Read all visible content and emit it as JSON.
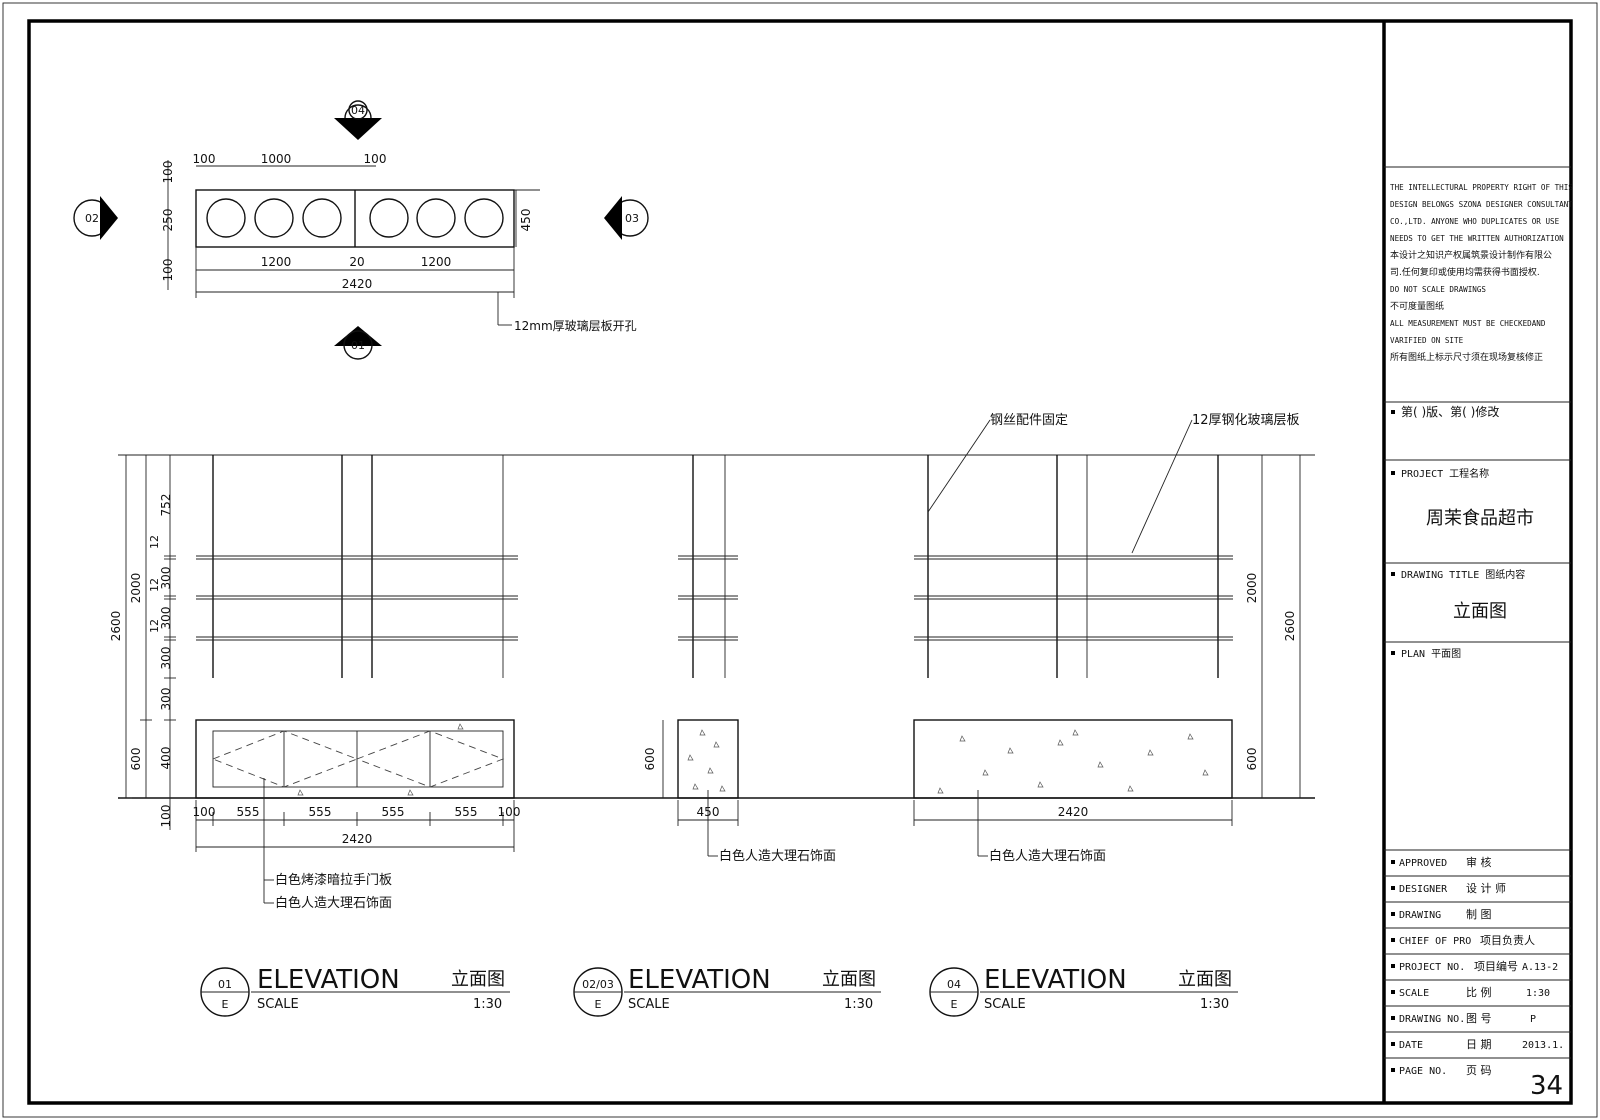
{
  "plan": {
    "top_dims": [
      "100",
      "1000",
      "100"
    ],
    "left_dims": [
      "100",
      "250",
      "100"
    ],
    "right_dim": "450",
    "bottom_dims": [
      "1200",
      "20",
      "1200"
    ],
    "total_dim": "2420",
    "note": "12mm厚玻璃层板开孔",
    "markers": {
      "top": "04",
      "left": "02",
      "right": "03",
      "bottom": "01"
    }
  },
  "elevation": {
    "left_dims": {
      "total": "2600",
      "upper": "2000",
      "base": "600",
      "base_inner": "400",
      "bottom": "100",
      "segments": [
        "752",
        "12",
        "300",
        "12",
        "300",
        "12",
        "300",
        "300"
      ]
    },
    "right_dims": {
      "upper": "2000",
      "total": "2600",
      "base": "600"
    },
    "mid_dim": "600",
    "a_bottom_dims": [
      "100",
      "555",
      "555",
      "555",
      "555",
      "100"
    ],
    "a_total": "2420",
    "b_dim": "450",
    "c_dim": "2420",
    "notes": {
      "steel_wire": "钢丝配件固定",
      "glass_shelf": "12厚钢化玻璃层板",
      "door_panel": "白色烤漆暗拉手门板",
      "marble_a": "白色人造大理石饰面",
      "marble_b": "白色人造大理石饰面",
      "marble_c": "白色人造大理石饰面"
    }
  },
  "titles": [
    {
      "num": "01",
      "sub": "E",
      "label": "ELEVATION",
      "cn": "立面图",
      "scale_label": "SCALE",
      "scale": "1:30"
    },
    {
      "num": "02/03",
      "sub": "E",
      "label": "ELEVATION",
      "cn": "立面图",
      "scale_label": "SCALE",
      "scale": "1:30"
    },
    {
      "num": "04",
      "sub": "E",
      "label": "ELEVATION",
      "cn": "立面图",
      "scale_label": "SCALE",
      "scale": "1:30"
    }
  ],
  "title_block": {
    "notice_lines": [
      "THE INTELLECTURAL PROPERTY RIGHT OF THIS",
      "DESIGN BELONGS SZONA DESIGNER CONSULTANT",
      "CO.,LTD. ANYONE WHO DUPLICATES OR USE",
      "NEEDS TO GET THE WRITTEN AUTHORIZATION",
      "本设计之知识产权属筑景设计制作有限公",
      "司.任何复印或使用均需获得书面授权.",
      "DO NOT SCALE DRAWINGS",
      "不可度量图纸",
      "ALL MEASUREMENT MUST BE CHECKEDAND",
      "VARIFIED ON SITE",
      "所有图纸上标示尺寸须在现场复核修正"
    ],
    "revision": "第(      )版、第(      )修改",
    "project_label": "PROJECT    工程名称",
    "project_name": "周茉食品超市",
    "drawing_title_label": "DRAWING TITLE  图纸内容",
    "drawing_title": "立面图",
    "plan_label": "PLAN  平面图",
    "rows": [
      {
        "label": "APPROVED",
        "cn": "审   核",
        "value": ""
      },
      {
        "label": "DESIGNER",
        "cn": "设 计 师",
        "value": ""
      },
      {
        "label": "DRAWING",
        "cn": "制   图",
        "value": ""
      },
      {
        "label": "CHIEF OF PRO",
        "cn": "项目负责人",
        "value": ""
      },
      {
        "label": "PROJECT NO.",
        "cn": "项目编号",
        "value": "A.13-2"
      },
      {
        "label": "SCALE",
        "cn": "比   例",
        "value": "1:30"
      },
      {
        "label": "DRAWING NO.",
        "cn": "图   号",
        "value": "P"
      },
      {
        "label": "DATE",
        "cn": "日   期",
        "value": "2013.1."
      },
      {
        "label": "PAGE NO.",
        "cn": "页   码",
        "value": "34"
      }
    ]
  }
}
